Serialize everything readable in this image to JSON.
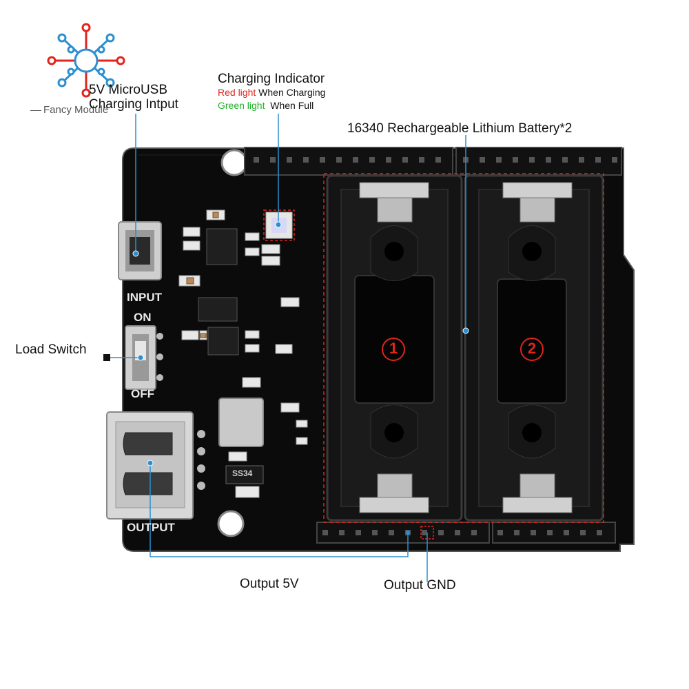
{
  "brand": {
    "name": "Fancy Module",
    "colors": {
      "primary": "#e0241c",
      "secondary": "#2b8fd0"
    }
  },
  "labels": {
    "usb_line1": "5V MicroUSB",
    "usb_line2": "Charging Intput",
    "indicator_title": "Charging Indicator",
    "indicator_red": "Red light",
    "indicator_red_desc": "When Charging",
    "indicator_green": "Green light",
    "indicator_green_desc": "When Full",
    "battery": "16340 Rechargeable Lithium Battery*2",
    "load_switch": "Load Switch",
    "output_5v": "Output 5V",
    "output_gnd": "Output GND"
  },
  "board": {
    "input": "INPUT",
    "on": "ON",
    "off": "OFF",
    "output": "OUTPUT",
    "chip_marking": "SS34",
    "slot_1": "1",
    "slot_2": "2"
  },
  "colors": {
    "pcb": "#0b0b0b",
    "callout_line": "#2b8fd0",
    "highlight": "#e0241c",
    "indicator_red": "#e0241c",
    "indicator_green": "#22b02a"
  }
}
